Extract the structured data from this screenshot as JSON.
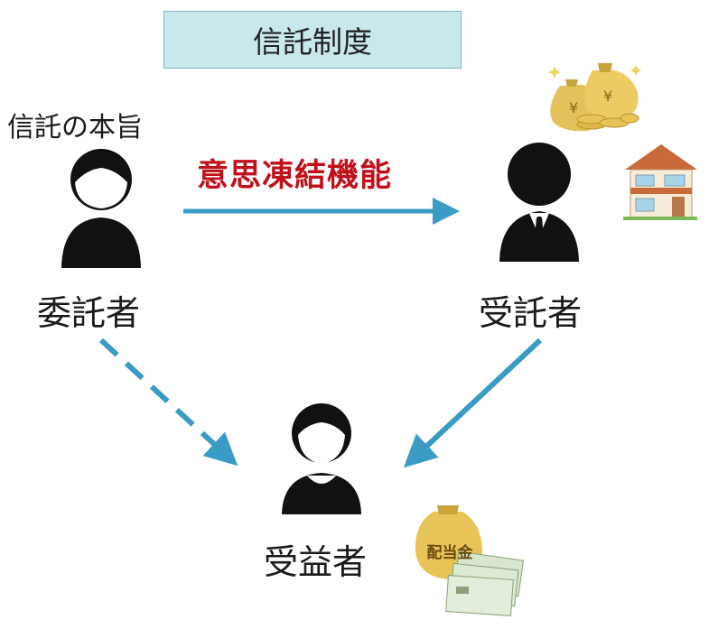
{
  "title": "信託制度",
  "purpose_label": "信託の本旨",
  "function_label": "意思凍結機能",
  "settlor_label": "委託者",
  "trustee_label": "受託者",
  "beneficiary_label": "受益者",
  "dividend_label": "配当金",
  "colors": {
    "arrow": "#3a9cc4",
    "function_text": "#c0111a",
    "title_bg": "#c9e8ec"
  }
}
